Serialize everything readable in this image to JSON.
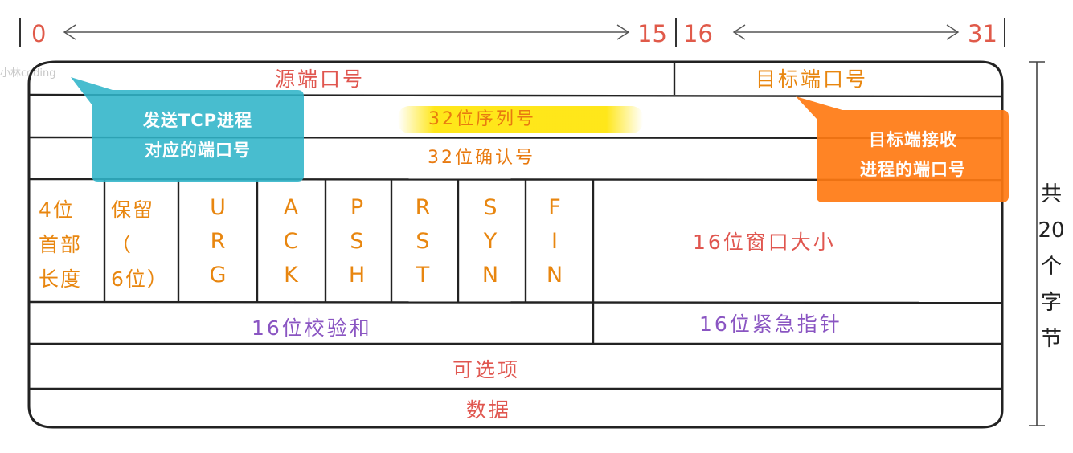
{
  "ruler": {
    "left_start": "0",
    "left_end": "15",
    "right_start": "16",
    "right_end": "31"
  },
  "fields": {
    "source_port": "源端口号",
    "dest_port": "目标端口号",
    "seq": "32位序列号",
    "ack_num": "32位确认号",
    "header_len": [
      "4位",
      "首部",
      "长度"
    ],
    "reserved": [
      "保留",
      "（",
      "6位）"
    ],
    "flags": [
      [
        "U",
        "R",
        "G"
      ],
      [
        "A",
        "C",
        "K"
      ],
      [
        "P",
        "S",
        "H"
      ],
      [
        "R",
        "S",
        "T"
      ],
      [
        "S",
        "Y",
        "N"
      ],
      [
        "F",
        "I",
        "N"
      ]
    ],
    "window": "16位窗口大小",
    "checksum": "16位校验和",
    "urgent": "16位紧急指针",
    "options": "可选项",
    "data": "数据"
  },
  "callouts": {
    "left": [
      "发送TCP进程",
      "对应的端口号"
    ],
    "right": [
      "目标端接收",
      "进程的端口号"
    ]
  },
  "total_size": [
    "共",
    "20",
    "个",
    "字",
    "节"
  ],
  "watermark": "小林coding",
  "colors": {
    "bit_numbers": "#e05a4a",
    "port_labels": "#e8860f",
    "seq_ack": "#e87a10",
    "purple": "#8a55c2",
    "callout_left": "#2fb4c8",
    "callout_right": "#ff7a12",
    "seq_highlight": "#ffe400"
  }
}
